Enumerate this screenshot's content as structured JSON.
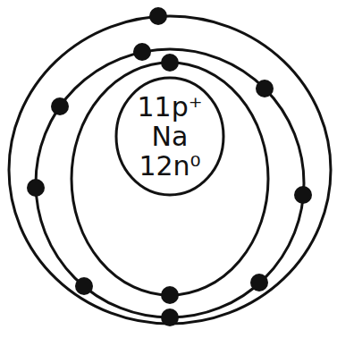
{
  "diagram": {
    "nodes": [
      {
        "text": [
          "11p⁺",
          "Na",
          "12n⁰"
        ]
      }
    ]
  }
}
